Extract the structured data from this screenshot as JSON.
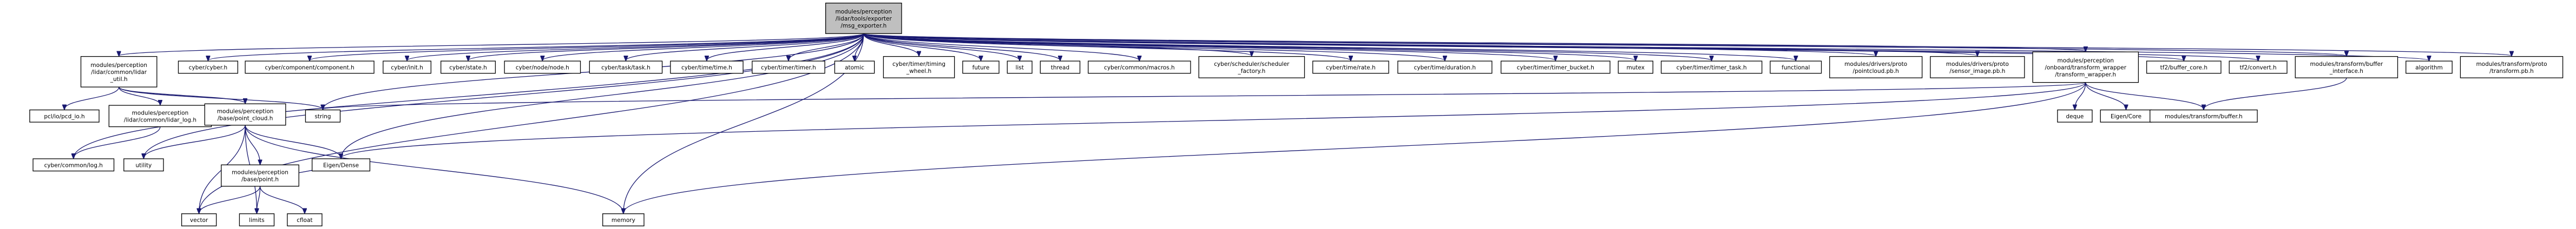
{
  "graph": {
    "nodes": [
      {
        "id": "root",
        "lines": [
          "modules/perception",
          "/lidar/tools/exporter",
          "/msg_exporter.h"
        ],
        "root": true
      },
      {
        "id": "lidar_util",
        "lines": [
          "modules/perception",
          "/lidar/common/lidar",
          "_util.h"
        ]
      },
      {
        "id": "cyber",
        "lines": [
          "cyber/cyber.h"
        ]
      },
      {
        "id": "component",
        "lines": [
          "cyber/component/component.h"
        ]
      },
      {
        "id": "init",
        "lines": [
          "cyber/init.h"
        ]
      },
      {
        "id": "state",
        "lines": [
          "cyber/state.h"
        ]
      },
      {
        "id": "node",
        "lines": [
          "cyber/node/node.h"
        ]
      },
      {
        "id": "task",
        "lines": [
          "cyber/task/task.h"
        ]
      },
      {
        "id": "time",
        "lines": [
          "cyber/time/time.h"
        ]
      },
      {
        "id": "timer",
        "lines": [
          "cyber/timer/timer.h"
        ]
      },
      {
        "id": "atomic",
        "lines": [
          "atomic"
        ]
      },
      {
        "id": "timing_wheel",
        "lines": [
          "cyber/timer/timing",
          "_wheel.h"
        ]
      },
      {
        "id": "future",
        "lines": [
          "future"
        ]
      },
      {
        "id": "list",
        "lines": [
          "list"
        ]
      },
      {
        "id": "thread",
        "lines": [
          "thread"
        ]
      },
      {
        "id": "macros",
        "lines": [
          "cyber/common/macros.h"
        ]
      },
      {
        "id": "sched_factory",
        "lines": [
          "cyber/scheduler/scheduler",
          "_factory.h"
        ]
      },
      {
        "id": "rate",
        "lines": [
          "cyber/time/rate.h"
        ]
      },
      {
        "id": "duration",
        "lines": [
          "cyber/time/duration.h"
        ]
      },
      {
        "id": "timer_bucket",
        "lines": [
          "cyber/timer/timer_bucket.h"
        ]
      },
      {
        "id": "mutex",
        "lines": [
          "mutex"
        ]
      },
      {
        "id": "timer_task",
        "lines": [
          "cyber/timer/timer_task.h"
        ]
      },
      {
        "id": "functional",
        "lines": [
          "functional"
        ]
      },
      {
        "id": "pointcloud_pb",
        "lines": [
          "modules/drivers/proto",
          "/pointcloud.pb.h"
        ]
      },
      {
        "id": "sensor_image_pb",
        "lines": [
          "modules/drivers/proto",
          "/sensor_image.pb.h"
        ]
      },
      {
        "id": "transform_wrapper",
        "lines": [
          "modules/perception",
          "/onboard/transform_wrapper",
          "/transform_wrapper.h"
        ]
      },
      {
        "id": "tf2_buffer_core",
        "lines": [
          "tf2/buffer_core.h"
        ]
      },
      {
        "id": "tf2_convert",
        "lines": [
          "tf2/convert.h"
        ]
      },
      {
        "id": "buffer_interface",
        "lines": [
          "modules/transform/buffer",
          "_interface.h"
        ]
      },
      {
        "id": "algorithm",
        "lines": [
          "algorithm"
        ]
      },
      {
        "id": "transform_pb",
        "lines": [
          "modules/transform/proto",
          "/transform.pb.h"
        ]
      },
      {
        "id": "pcl_io",
        "lines": [
          "pcl/io/pcd_io.h"
        ]
      },
      {
        "id": "lidar_log",
        "lines": [
          "modules/perception",
          "/lidar/common/lidar_log.h"
        ]
      },
      {
        "id": "point_cloud",
        "lines": [
          "modules/perception",
          "/base/point_cloud.h"
        ]
      },
      {
        "id": "string",
        "lines": [
          "string"
        ]
      },
      {
        "id": "deque",
        "lines": [
          "deque"
        ]
      },
      {
        "id": "eigen_core",
        "lines": [
          "Eigen/Core"
        ]
      },
      {
        "id": "transform_buffer",
        "lines": [
          "modules/transform/buffer.h"
        ]
      },
      {
        "id": "cyber_log",
        "lines": [
          "cyber/common/log.h"
        ]
      },
      {
        "id": "utility",
        "lines": [
          "utility"
        ]
      },
      {
        "id": "point",
        "lines": [
          "modules/perception",
          "/base/point.h"
        ]
      },
      {
        "id": "eigen_dense",
        "lines": [
          "Eigen/Dense"
        ]
      },
      {
        "id": "vector",
        "lines": [
          "vector"
        ]
      },
      {
        "id": "limits",
        "lines": [
          "limits"
        ]
      },
      {
        "id": "cfloat",
        "lines": [
          "cfloat"
        ]
      },
      {
        "id": "memory",
        "lines": [
          "memory"
        ]
      }
    ],
    "edges": [
      [
        "root",
        "lidar_util"
      ],
      [
        "root",
        "cyber"
      ],
      [
        "root",
        "component"
      ],
      [
        "root",
        "init"
      ],
      [
        "root",
        "state"
      ],
      [
        "root",
        "node"
      ],
      [
        "root",
        "task"
      ],
      [
        "root",
        "time"
      ],
      [
        "root",
        "timer"
      ],
      [
        "root",
        "atomic"
      ],
      [
        "root",
        "timing_wheel"
      ],
      [
        "root",
        "future"
      ],
      [
        "root",
        "list"
      ],
      [
        "root",
        "thread"
      ],
      [
        "root",
        "macros"
      ],
      [
        "root",
        "sched_factory"
      ],
      [
        "root",
        "rate"
      ],
      [
        "root",
        "duration"
      ],
      [
        "root",
        "timer_bucket"
      ],
      [
        "root",
        "mutex"
      ],
      [
        "root",
        "timer_task"
      ],
      [
        "root",
        "functional"
      ],
      [
        "root",
        "pointcloud_pb"
      ],
      [
        "root",
        "sensor_image_pb"
      ],
      [
        "root",
        "transform_wrapper"
      ],
      [
        "root",
        "tf2_buffer_core"
      ],
      [
        "root",
        "tf2_convert"
      ],
      [
        "root",
        "buffer_interface"
      ],
      [
        "root",
        "algorithm"
      ],
      [
        "root",
        "transform_pb"
      ],
      [
        "root",
        "string"
      ],
      [
        "root",
        "eigen_dense"
      ],
      [
        "root",
        "memory"
      ],
      [
        "root",
        "vector"
      ],
      [
        "root",
        "utility"
      ],
      [
        "root",
        "cyber_log"
      ],
      [
        "lidar_util",
        "pcl_io"
      ],
      [
        "lidar_util",
        "lidar_log"
      ],
      [
        "lidar_util",
        "point_cloud"
      ],
      [
        "lidar_util",
        "string"
      ],
      [
        "lidar_log",
        "cyber_log"
      ],
      [
        "point_cloud",
        "point"
      ],
      [
        "point_cloud",
        "eigen_dense"
      ],
      [
        "point_cloud",
        "vector"
      ],
      [
        "point_cloud",
        "utility"
      ],
      [
        "point_cloud",
        "memory"
      ],
      [
        "point_cloud",
        "limits"
      ],
      [
        "point",
        "vector"
      ],
      [
        "point",
        "limits"
      ],
      [
        "point",
        "cfloat"
      ],
      [
        "point",
        "eigen_dense"
      ],
      [
        "transform_wrapper",
        "string"
      ],
      [
        "transform_wrapper",
        "deque"
      ],
      [
        "transform_wrapper",
        "eigen_core"
      ],
      [
        "transform_wrapper",
        "transform_buffer"
      ],
      [
        "transform_wrapper",
        "eigen_dense"
      ],
      [
        "transform_wrapper",
        "memory"
      ],
      [
        "buffer_interface",
        "transform_buffer"
      ]
    ]
  }
}
